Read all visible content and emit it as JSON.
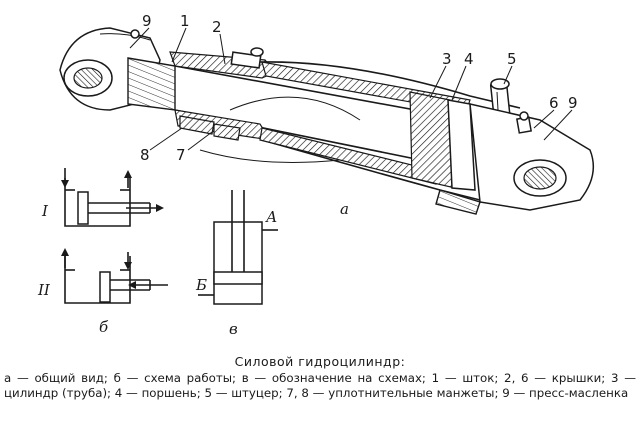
{
  "figure": {
    "labels": {
      "num_1": "1",
      "num_2": "2",
      "num_3": "3",
      "num_4": "4",
      "num_5": "5",
      "num_6": "6",
      "num_7": "7",
      "num_8": "8",
      "num_9_left": "9",
      "num_9_right": "9",
      "view_a": "а",
      "scheme_b": "б",
      "symbol_v": "в",
      "mode_I": "I",
      "mode_II": "II",
      "port_A": "А",
      "port_B": "Б"
    }
  },
  "caption": {
    "title": "Силовой гидроцилиндр:",
    "text": "а — общий вид; б — схема работы; в — обозначение на схемах; 1 — шток; 2, 6 — крышки; 3 — цилиндр (труба); 4 — поршень; 5 — штуцер; 7, 8 — уплотнительные манжеты; 9 — пресс-масленка"
  }
}
